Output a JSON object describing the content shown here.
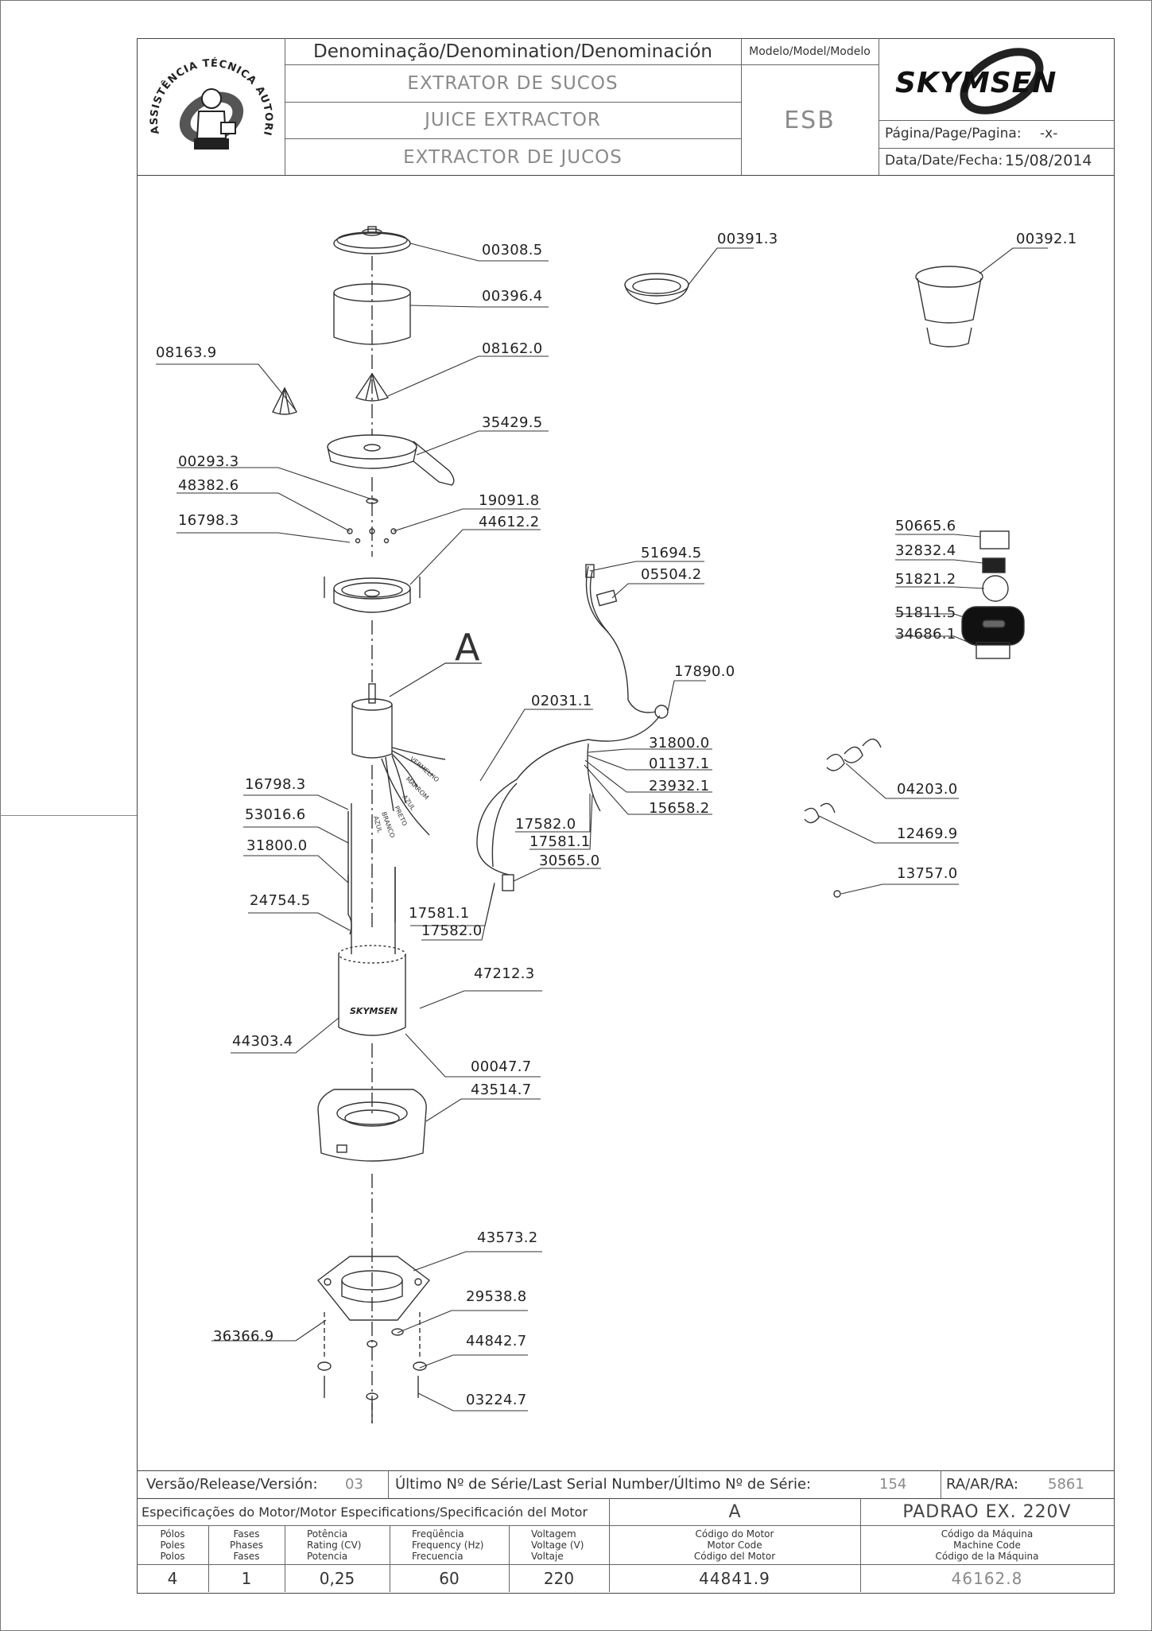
{
  "header": {
    "stamp_text": "ASSISTÊNCIA TÉCNICA AUTORIZADA",
    "denomination_label": "Denominação/Denomination/Denominación",
    "name_pt": "EXTRATOR DE SUCOS",
    "name_en": "JUICE EXTRACTOR",
    "name_es": "EXTRACTOR DE JUCOS",
    "model_label": "Modelo/Model/Modelo",
    "model_value": "ESB",
    "brand": "SKYMSEN",
    "page_label": "Página/Page/Pagina:",
    "page_value": "-x-",
    "date_label": "Data/Date/Fecha:",
    "date_value": "15/08/2014"
  },
  "diagram": {
    "assembly_letter": "A",
    "body_brand": "SKYMSEN",
    "wire_labels": [
      "VERMELHO",
      "MARROM",
      "AZUL",
      "PRETO",
      "BRANCO",
      "AZUL"
    ],
    "part_labels": {
      "p00308_5": "00308.5",
      "p00396_4": "00396.4",
      "p08162_0": "08162.0",
      "p08163_9": "08163.9",
      "p35429_5": "35429.5",
      "p00293_3": "00293.3",
      "p48382_6": "48382.6",
      "p16798_3a": "16798.3",
      "p19091_8": "19091.8",
      "p44612_2": "44612.2",
      "p00391_3": "00391.3",
      "p00392_1": "00392.1",
      "p51694_5": "51694.5",
      "p05504_2": "05504.2",
      "p17890_0": "17890.0",
      "p02031_1": "02031.1",
      "p31800_0a": "31800.0",
      "p01137_1": "01137.1",
      "p23932_1": "23932.1",
      "p15658_2": "15658.2",
      "p17582_0a": "17582.0",
      "p17581_1a": "17581.1",
      "p30565_0": "30565.0",
      "p17581_1b": "17581.1",
      "p17582_0b": "17582.0",
      "p16798_3b": "16798.3",
      "p53016_6": "53016.6",
      "p31800_0b": "31800.0",
      "p24754_5": "24754.5",
      "p47212_3": "47212.3",
      "p44303_4": "44303.4",
      "p00047_7": "00047.7",
      "p43514_7": "43514.7",
      "p43573_2": "43573.2",
      "p29538_8": "29538.8",
      "p36366_9": "36366.9",
      "p44842_7": "44842.7",
      "p03224_7": "03224.7",
      "p50665_6": "50665.6",
      "p32832_4": "32832.4",
      "p51821_2": "51821.2",
      "p51811_5": "51811.5",
      "p34686_1": "34686.1",
      "p04203_0": "04203.0",
      "p12469_9": "12469.9",
      "p13757_0": "13757.0"
    }
  },
  "footer": {
    "release_label": "Versão/Release/Versión:",
    "release_value": "03",
    "serial_label": "Último Nº de Série/Last Serial Number/Último Nº de Série:",
    "serial_value": "154",
    "ra_label": "RA/AR/RA:",
    "ra_value": "5861",
    "motor_spec_label": "Especificações do Motor/Motor Especifications/Specificación del Motor",
    "motor_letter": "A",
    "standard": "PADRAO EX. 220V",
    "col_poles": [
      "Pólos",
      "Poles",
      "Polos"
    ],
    "col_phases": [
      "Fases",
      "Phases",
      "Fases"
    ],
    "col_power": [
      "Potência",
      "Rating (CV)",
      "Potencia"
    ],
    "col_freq": [
      "Freqüência",
      "Frequency (Hz)",
      "Frecuencia"
    ],
    "col_voltage": [
      "Voltagem",
      "Voltage (V)",
      "Voltaje"
    ],
    "col_motor_code": [
      "Código do Motor",
      "Motor Code",
      "Código del Motor"
    ],
    "col_machine_code": [
      "Código da Máquina",
      "Machine Code",
      "Código de la Máquina"
    ],
    "val_poles": "4",
    "val_phases": "1",
    "val_power": "0,25",
    "val_freq": "60",
    "val_voltage": "220",
    "val_motor_code": "44841.9",
    "val_machine_code": "46162.8"
  }
}
